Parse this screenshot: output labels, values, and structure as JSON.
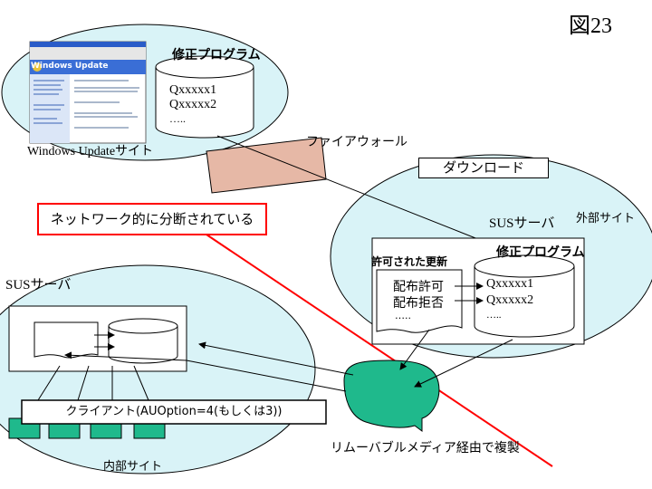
{
  "figure_number": "図23",
  "top_site": {
    "caption": "Windows Updateサイト",
    "db_title": "修正プログラム",
    "db_lines": [
      "Qxxxxx1",
      "Qxxxxx2",
      "….."
    ],
    "screenshot_title": "Windows Update"
  },
  "firewall_label": "ファイアウォール",
  "download_label": "ダウンロード",
  "external_site": {
    "caption": "外部サイト",
    "server_label": "SUSサーバ",
    "approved_title": "許可された更新",
    "approved_lines": [
      "配布許可",
      "配布拒否",
      "….."
    ],
    "db_title": "修正プログラム",
    "db_lines": [
      "Qxxxxx1",
      "Qxxxxx2",
      "….."
    ]
  },
  "network_split_label": "ネットワーク的に分断されている",
  "internal_site": {
    "server_label": "SUSサーバ",
    "client_label": "クライアント(AUOption=4(もしくは3))",
    "caption": "内部サイト"
  },
  "removable_media_label": "リムーバブルメディア経由で複製",
  "colors": {
    "site_fill": "#d9f3f7",
    "firewall_fill": "#e6b8a6",
    "media_fill": "#1fb98c",
    "client_pc_fill": "#1fb98c",
    "split_line": "#ff0000"
  }
}
